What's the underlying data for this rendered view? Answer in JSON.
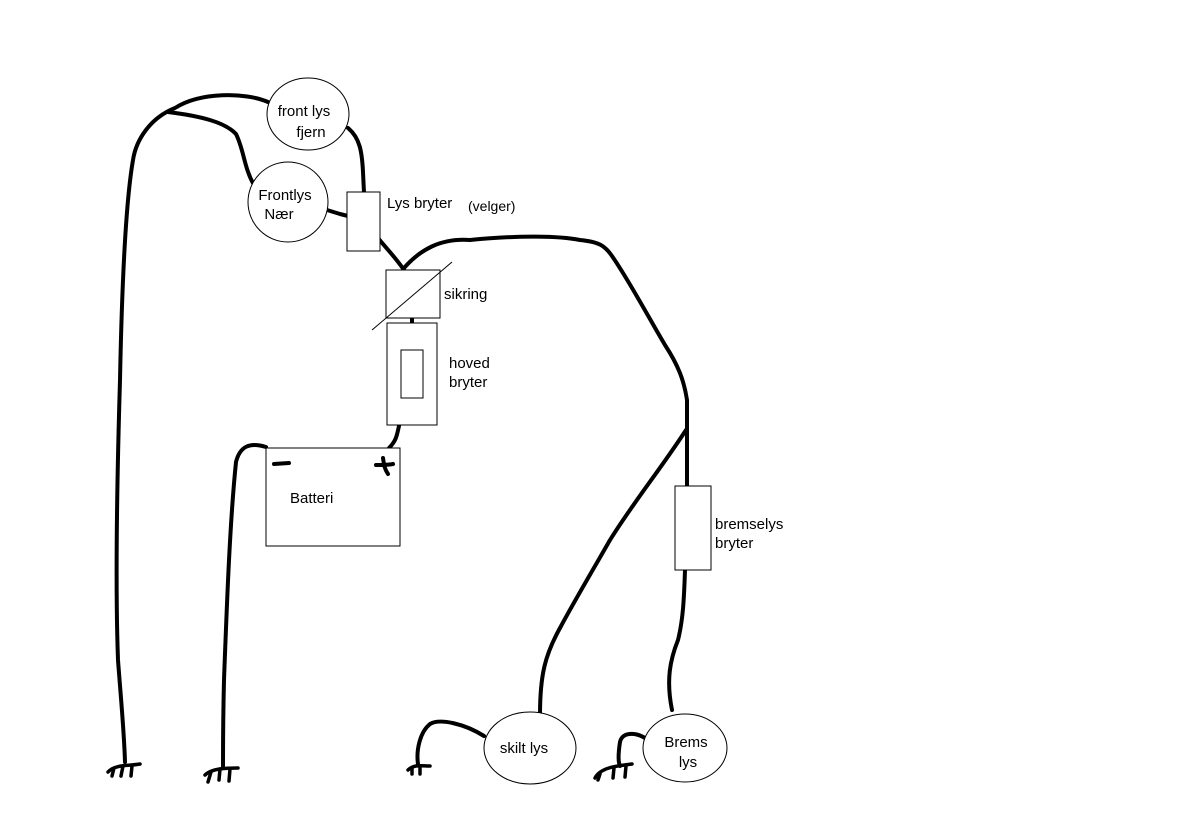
{
  "labels": {
    "front_lys_fjern": [
      "front lys",
      "fjern"
    ],
    "frontlys_naer": [
      "Frontlys",
      "Nær"
    ],
    "lys_bryter": "Lys bryter",
    "velger": "(velger)",
    "sikring": "sikring",
    "hoved_bryter": [
      "hoved",
      "bryter"
    ],
    "batteri": "Batteri",
    "bremselys_bryter": [
      "bremselys",
      "bryter"
    ],
    "skilt_lys": "skilt lys",
    "brems_lys": [
      "Brems",
      "lys"
    ]
  },
  "battery_terminals": {
    "negative": "−",
    "positive": "+"
  },
  "colors": {
    "ink": "#000000",
    "background": "#ffffff"
  }
}
